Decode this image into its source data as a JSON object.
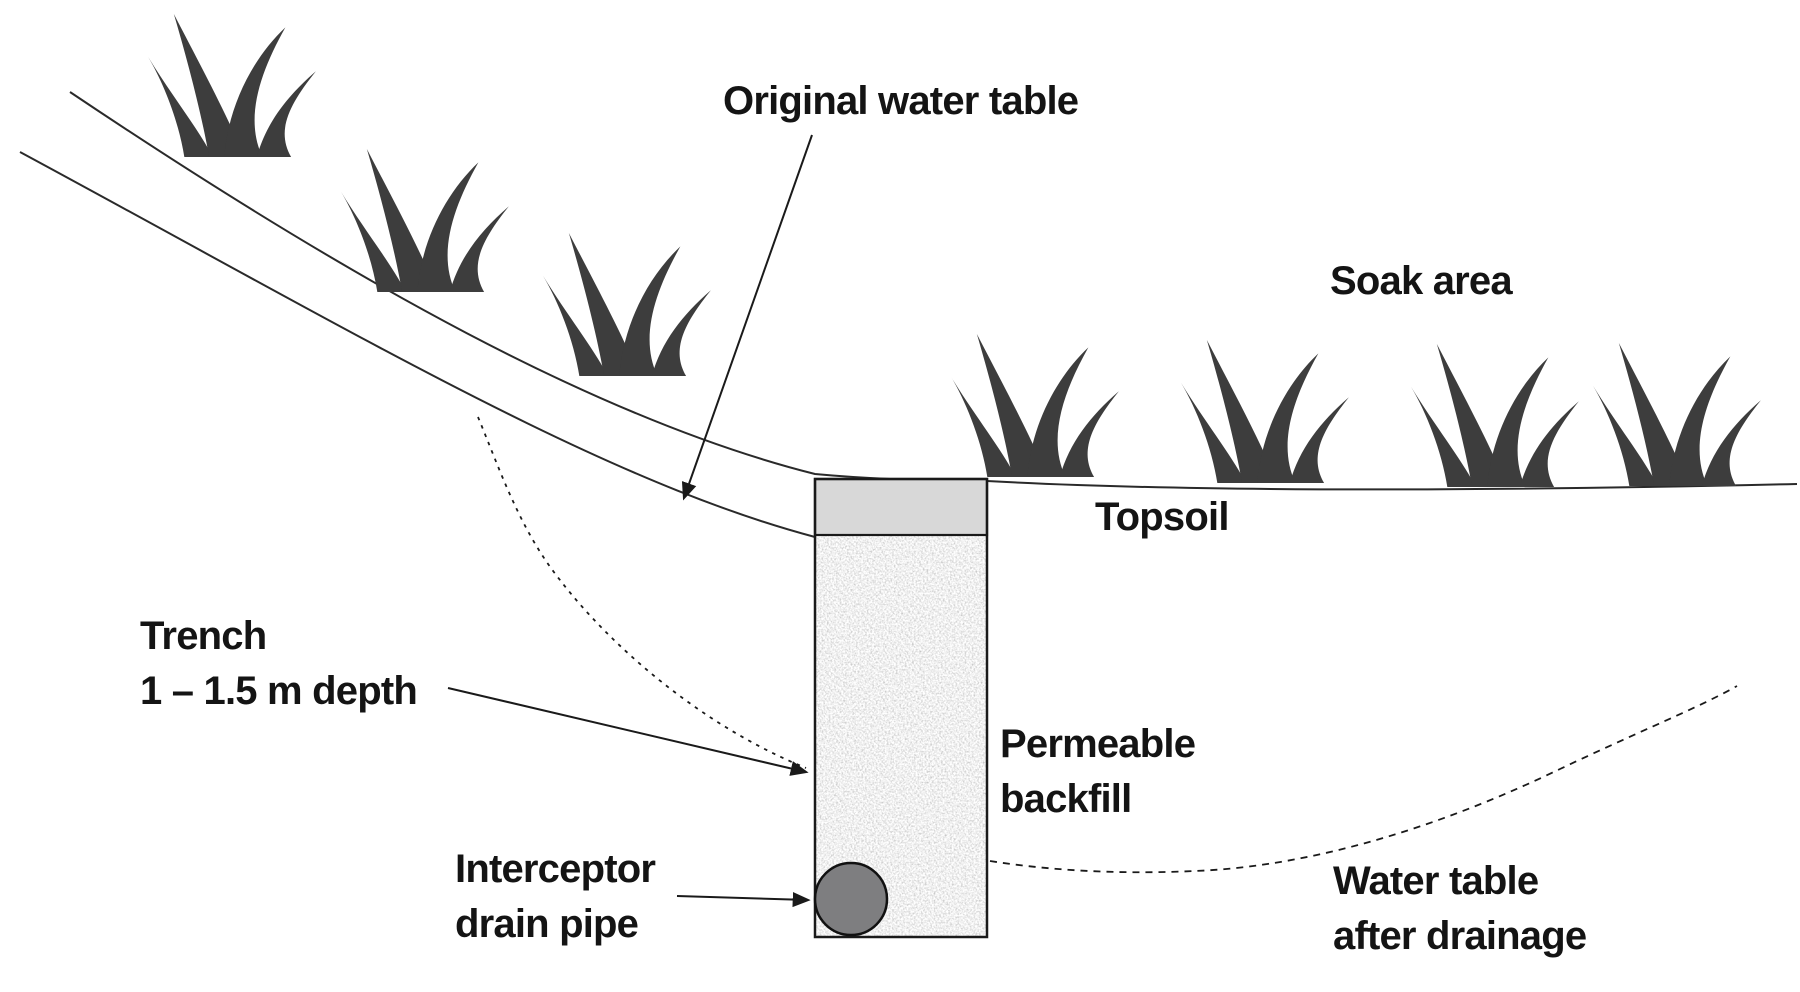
{
  "diagram": {
    "type": "cross-section",
    "subject": "Interceptor drain trench with soak area",
    "labels": {
      "original_water_table": "Original water table",
      "soak_area": "Soak area",
      "topsoil": "Topsoil",
      "trench": {
        "line1": "Trench",
        "line2": "1 – 1.5 m depth"
      },
      "interceptor": {
        "line1": "Interceptor",
        "line2": "drain pipe"
      },
      "permeable": {
        "line1": "Permeable",
        "line2": "backfill"
      },
      "water_table_after": {
        "line1": "Water table",
        "line2": "after drainage"
      }
    },
    "colors": {
      "background": "#ffffff",
      "text": "#141414",
      "line": "#2a2a2a",
      "grass": "#3d3d3d",
      "topsoil_fill": "#d8d8d8",
      "backfill_base": "#cdcdcd",
      "pipe_fill": "#7e7e80"
    }
  }
}
